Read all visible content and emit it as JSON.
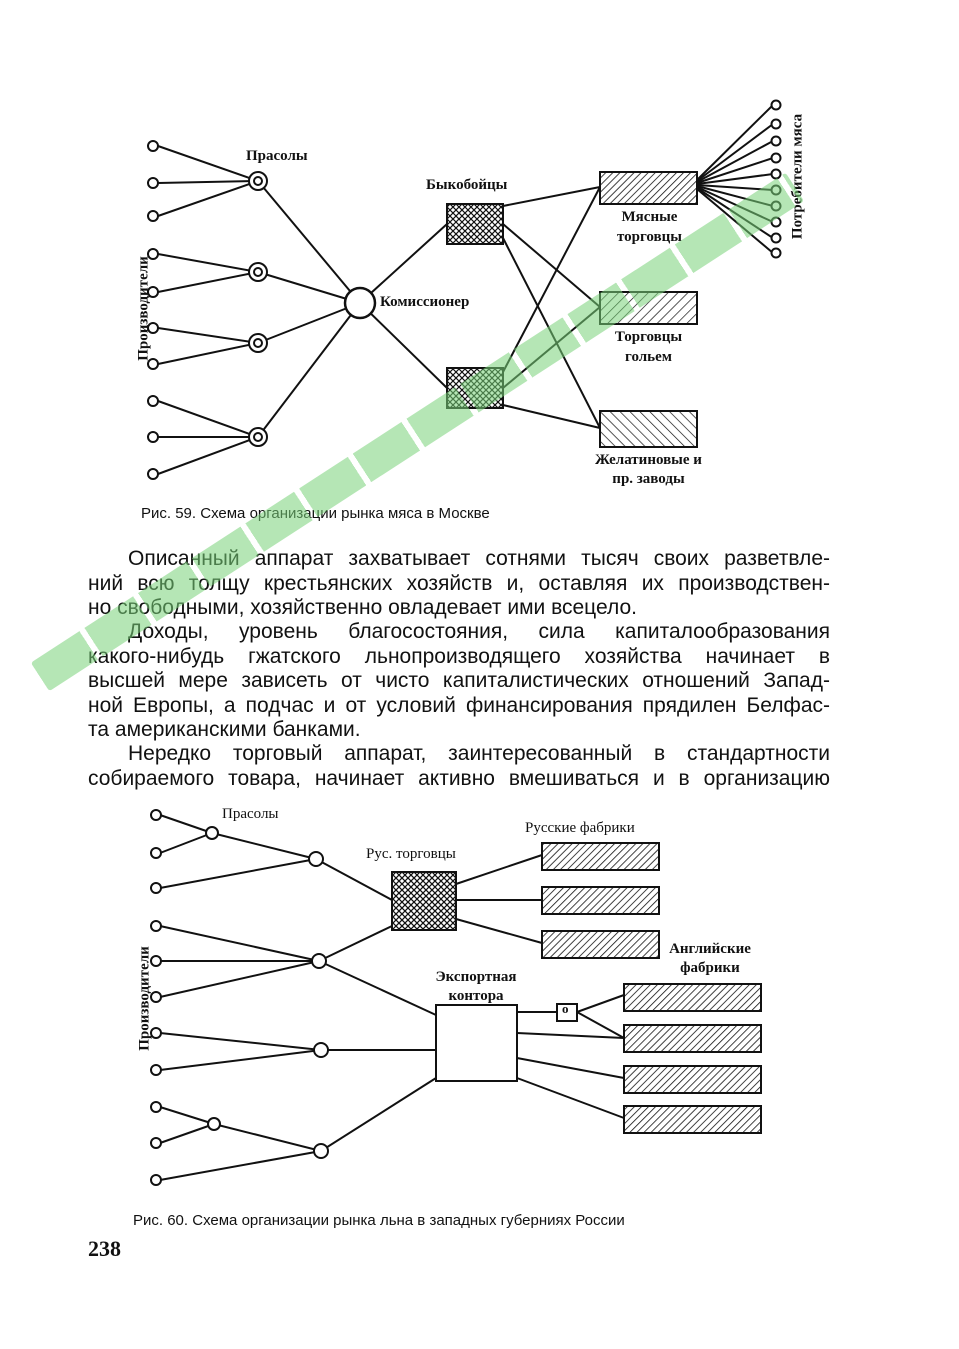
{
  "figure59": {
    "label_producers": "Производители",
    "label_prasoly": "Прасолы",
    "label_bykoboitsy": "Быкобойцы",
    "label_commissioner": "Комиссионер",
    "label_meat_traders": [
      "Мясные",
      "торговцы"
    ],
    "label_golem_traders": [
      "Торговцы",
      "гольем"
    ],
    "label_gelatin": [
      "Желатиновые и",
      "пр. заводы"
    ],
    "label_consumers": "Потребители мяса",
    "caption": "Рис. 59. Схема организации рынка мяса в Москве"
  },
  "text": {
    "paragraph1": [
      "Описанный аппарат захватывает сотнями тысяч своих разветвле-",
      "ний всю толщу крестьянских хозяйств и, оставляя их производствен-",
      "но свободными, хозяйственно овладевает ими всецело."
    ],
    "paragraph2": [
      "Доходы, уровень благосостояния, сила капиталообразования",
      "какого-нибудь гжатского льнопроизводящего хозяйства начинает в",
      "высшей мере зависеть от чисто капиталистических отношений Запад-",
      "ной Европы, а подчас и от условий финансирования прядилен Белфас-",
      "та американскими банками."
    ],
    "paragraph3": [
      "Нередко торговый аппарат, заинтересованный в стандартности",
      "собираемого товара, начинает активно вмешиваться и в организацию"
    ]
  },
  "figure60": {
    "label_producers": "Производители",
    "label_prasoly": "Прасолы",
    "label_rus_traders": "Рус. торговцы",
    "label_russian_factories": "Русские фабрики",
    "label_english_factories": [
      "Английские",
      "фабрики"
    ],
    "label_export_office": [
      "Экспортная",
      "контора"
    ],
    "label_small_box": "о",
    "caption": "Рис. 60. Схема организации рынка льна в западных губерниях России"
  },
  "page_number": "238",
  "colors": {
    "ink": "#111111",
    "watermark": "#78d278"
  }
}
